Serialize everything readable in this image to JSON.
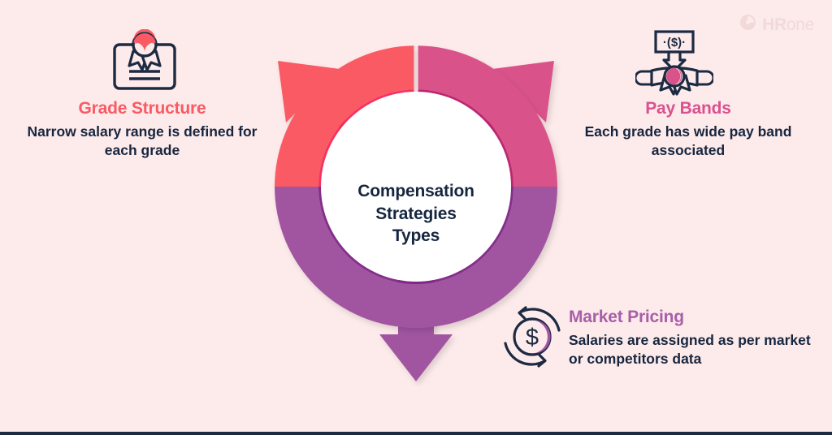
{
  "logo": {
    "name": "hrone-logo",
    "text_bold": "HR",
    "text_light": "one",
    "color": "#C9A0A4"
  },
  "diagram": {
    "name": "compensation-strategies-cycle-diagram",
    "center_title_lines": [
      "Compensation",
      "Strategies",
      "Types"
    ],
    "center_title_text": "Compensation Strategies Types",
    "segments": [
      {
        "id": "grade-structure",
        "label": "Grade Structure",
        "color": "#FA5A63",
        "rim_color": "#F5295A",
        "arrow_direction": "up-left"
      },
      {
        "id": "pay-bands",
        "label": "Pay Bands",
        "color": "#D9528A",
        "rim_color": "#B81E6B",
        "arrow_direction": "up-right"
      },
      {
        "id": "market-pricing",
        "label": "Market Pricing",
        "color": "#A155A1",
        "rim_color": "#7D2585",
        "arrow_direction": "down"
      }
    ]
  },
  "blocks": {
    "grade_structure": {
      "icon": "certificate-award-icon",
      "heading": "Grade Structure",
      "heading_color": "#FA5A63",
      "body": "Narrow salary range is defined for each grade"
    },
    "pay_bands": {
      "icon": "diploma-scroll-dollar-icon",
      "heading": "Pay Bands",
      "heading_color": "#DB5190",
      "body": "Each grade has wide pay band associated"
    },
    "market_pricing": {
      "icon": "dollar-coin-refresh-icon",
      "heading": "Market Pricing",
      "heading_color": "#A75FA8",
      "body": "Salaries are assigned as per market or competitors data"
    }
  },
  "theme": {
    "background": "#FDEAEA",
    "text_dark": "#17263F",
    "border_bottom": "#1C2A42"
  }
}
